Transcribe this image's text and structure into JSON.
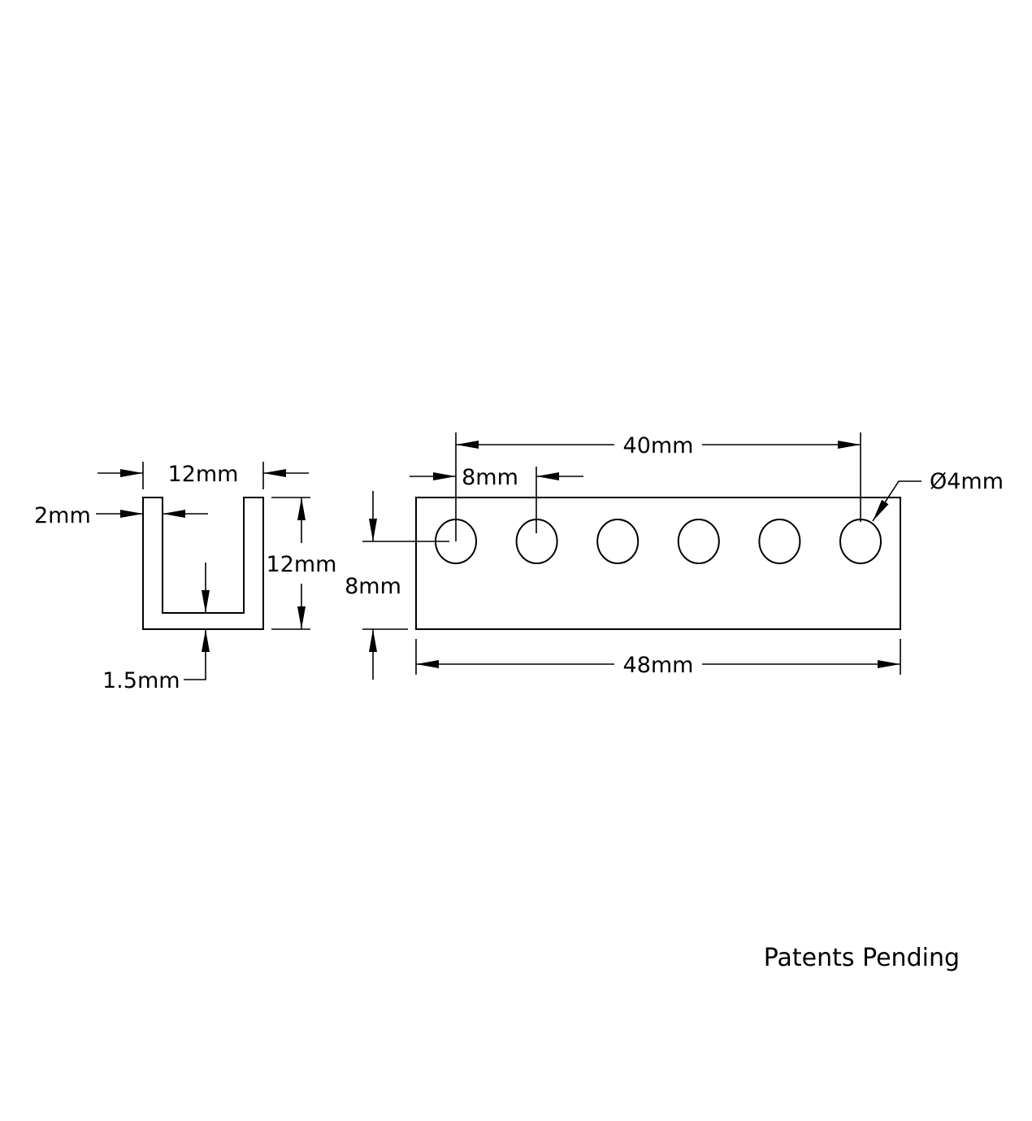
{
  "side_view": {
    "width_label": "12mm",
    "height_label": "12mm",
    "wall_label": "2mm",
    "base_label": "1.5mm"
  },
  "top_view": {
    "pitch_label": "8mm",
    "span_label": "40mm",
    "hole_diameter_label": "Ø4mm",
    "hole_offset_label": "8mm",
    "length_label": "48mm",
    "hole_count": 6
  },
  "note": "Patents Pending"
}
